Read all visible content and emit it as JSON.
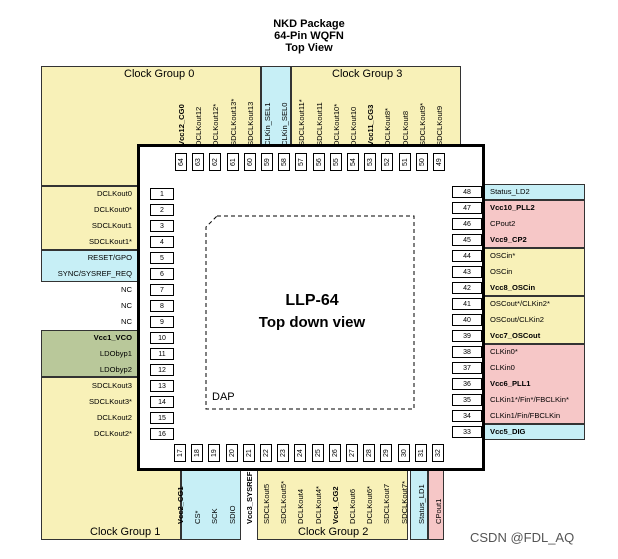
{
  "header": {
    "line1": "NKD Package",
    "line2": "64-Pin WQFN",
    "line3": "Top View"
  },
  "chip": {
    "name": "LLP-64",
    "subtitle": "Top down view",
    "dap": "DAP"
  },
  "groups": {
    "g0": "Clock Group 0",
    "g1": "Clock Group 1",
    "g2": "Clock Group 2",
    "g3": "Clock Group 3"
  },
  "watermark": "CSDN @FDL_AQ",
  "colors": {
    "yellow": "#f8f1b8",
    "cyan": "#c7eff6",
    "green": "#b9c89a",
    "pink": "#f6c7c7"
  },
  "left_pins": [
    {
      "num": "1",
      "name": "DCLKout0",
      "bold": false
    },
    {
      "num": "2",
      "name": "DCLKout0*",
      "bold": false
    },
    {
      "num": "3",
      "name": "SDCLKout1",
      "bold": false
    },
    {
      "num": "4",
      "name": "SDCLKout1*",
      "bold": false
    },
    {
      "num": "5",
      "name": "RESET/GPO",
      "bold": false
    },
    {
      "num": "6",
      "name": "SYNC/SYSREF_REQ",
      "bold": false
    },
    {
      "num": "7",
      "name": "NC",
      "bold": false
    },
    {
      "num": "8",
      "name": "NC",
      "bold": false
    },
    {
      "num": "9",
      "name": "NC",
      "bold": false
    },
    {
      "num": "10",
      "name": "Vcc1_VCO",
      "bold": true
    },
    {
      "num": "11",
      "name": "LDObyp1",
      "bold": false
    },
    {
      "num": "12",
      "name": "LDObyp2",
      "bold": false
    },
    {
      "num": "13",
      "name": "SDCLKout3",
      "bold": false
    },
    {
      "num": "14",
      "name": "SDCLKout3*",
      "bold": false
    },
    {
      "num": "15",
      "name": "DCLKout2",
      "bold": false
    },
    {
      "num": "16",
      "name": "DCLKout2*",
      "bold": false
    }
  ],
  "right_pins": [
    {
      "num": "48",
      "name": "Status_LD2",
      "bold": false
    },
    {
      "num": "47",
      "name": "Vcc10_PLL2",
      "bold": true
    },
    {
      "num": "46",
      "name": "CPout2",
      "bold": false
    },
    {
      "num": "45",
      "name": "Vcc9_CP2",
      "bold": true
    },
    {
      "num": "44",
      "name": "OSCin*",
      "bold": false
    },
    {
      "num": "43",
      "name": "OSCin",
      "bold": false
    },
    {
      "num": "42",
      "name": "Vcc8_OSCin",
      "bold": true
    },
    {
      "num": "41",
      "name": "OSCout*/CLKin2*",
      "bold": false
    },
    {
      "num": "40",
      "name": "OSCout/CLKin2",
      "bold": false
    },
    {
      "num": "39",
      "name": "Vcc7_OSCout",
      "bold": true
    },
    {
      "num": "38",
      "name": "CLKin0*",
      "bold": false
    },
    {
      "num": "37",
      "name": "CLKin0",
      "bold": false
    },
    {
      "num": "36",
      "name": "Vcc6_PLL1",
      "bold": true
    },
    {
      "num": "35",
      "name": "CLKin1*/Fin*/FBCLKin*",
      "bold": false
    },
    {
      "num": "34",
      "name": "CLKin1/Fin/FBCLKin",
      "bold": false
    },
    {
      "num": "33",
      "name": "Vcc5_DIG",
      "bold": true
    }
  ],
  "top_pins": [
    {
      "num": "64",
      "name": "Vcc12_CG0",
      "bold": true
    },
    {
      "num": "63",
      "name": "DCLKout12",
      "bold": false
    },
    {
      "num": "62",
      "name": "DCLKout12*",
      "bold": false
    },
    {
      "num": "61",
      "name": "SDCLKout13*",
      "bold": false
    },
    {
      "num": "60",
      "name": "SDCLKout13",
      "bold": false
    },
    {
      "num": "59",
      "name": "CLKin_SEL1",
      "bold": false
    },
    {
      "num": "58",
      "name": "CLKin_SEL0",
      "bold": false
    },
    {
      "num": "57",
      "name": "SDCLKout11*",
      "bold": false
    },
    {
      "num": "56",
      "name": "SDCLKout11",
      "bold": false
    },
    {
      "num": "55",
      "name": "DCLKout10*",
      "bold": false
    },
    {
      "num": "54",
      "name": "DCLKout10",
      "bold": false
    },
    {
      "num": "53",
      "name": "Vcc11_CG3",
      "bold": true
    },
    {
      "num": "52",
      "name": "DCLKout8*",
      "bold": false
    },
    {
      "num": "51",
      "name": "DCLKout8",
      "bold": false
    },
    {
      "num": "50",
      "name": "SDCLKout9*",
      "bold": false
    },
    {
      "num": "49",
      "name": "SDCLKout9",
      "bold": false
    }
  ],
  "bottom_pins": [
    {
      "num": "17",
      "name": "Vcc2_CG1",
      "bold": true
    },
    {
      "num": "18",
      "name": "CS*",
      "bold": false
    },
    {
      "num": "19",
      "name": "SCK",
      "bold": false
    },
    {
      "num": "20",
      "name": "SDIO",
      "bold": false
    },
    {
      "num": "21",
      "name": "Vcc3_SYSREF",
      "bold": true
    },
    {
      "num": "22",
      "name": "SDCLKout5",
      "bold": false
    },
    {
      "num": "23",
      "name": "SDCLKout5*",
      "bold": false
    },
    {
      "num": "24",
      "name": "DCLKout4",
      "bold": false
    },
    {
      "num": "25",
      "name": "DCLKout4*",
      "bold": false
    },
    {
      "num": "26",
      "name": "Vcc4_CG2",
      "bold": true
    },
    {
      "num": "27",
      "name": "DCLKout6",
      "bold": false
    },
    {
      "num": "28",
      "name": "DCLKout6*",
      "bold": false
    },
    {
      "num": "29",
      "name": "SDCLKout7",
      "bold": false
    },
    {
      "num": "30",
      "name": "SDCLKout7*",
      "bold": false
    },
    {
      "num": "31",
      "name": "Status_LD1",
      "bold": false
    },
    {
      "num": "32",
      "name": "CPout1",
      "bold": false
    }
  ]
}
